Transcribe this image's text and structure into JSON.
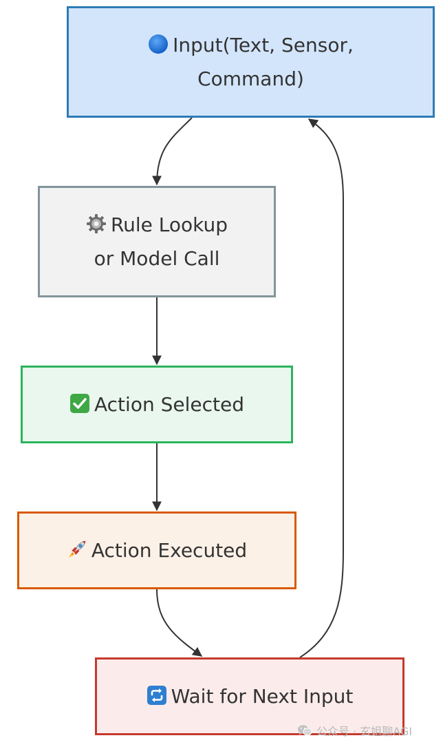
{
  "nodes": {
    "input": {
      "icon": "blue-circle-icon",
      "lines": [
        "Input(Text, Sensor,",
        "Command)"
      ]
    },
    "lookup": {
      "icon": "gear-icon",
      "lines": [
        "Rule Lookup",
        "or Model Call"
      ]
    },
    "selected": {
      "icon": "check-mark-button-icon",
      "lines": [
        "Action Selected"
      ]
    },
    "executed": {
      "icon": "rocket-icon",
      "lines": [
        "Action Executed"
      ]
    },
    "wait": {
      "icon": "repeat-arrows-icon",
      "lines": [
        "Wait for Next Input"
      ]
    }
  },
  "edges": [
    {
      "from": "input",
      "to": "lookup"
    },
    {
      "from": "lookup",
      "to": "selected"
    },
    {
      "from": "selected",
      "to": "executed"
    },
    {
      "from": "executed",
      "to": "wait"
    },
    {
      "from": "wait",
      "to": "input"
    }
  ],
  "colors": {
    "input_fill": "#d3e5fb",
    "input_border": "#2e7bb6",
    "lookup_fill": "#f2f2f2",
    "lookup_border": "#83959a",
    "selected_fill": "#e9f7ee",
    "selected_border": "#2bb35c",
    "executed_fill": "#fcf1e7",
    "executed_border": "#d95a00",
    "wait_fill": "#fbeceb",
    "wait_border": "#c5392d",
    "edge": "#333333"
  },
  "watermark": {
    "icon": "wechat-icon",
    "text": "公众号 · 玄姐聊AGI"
  }
}
